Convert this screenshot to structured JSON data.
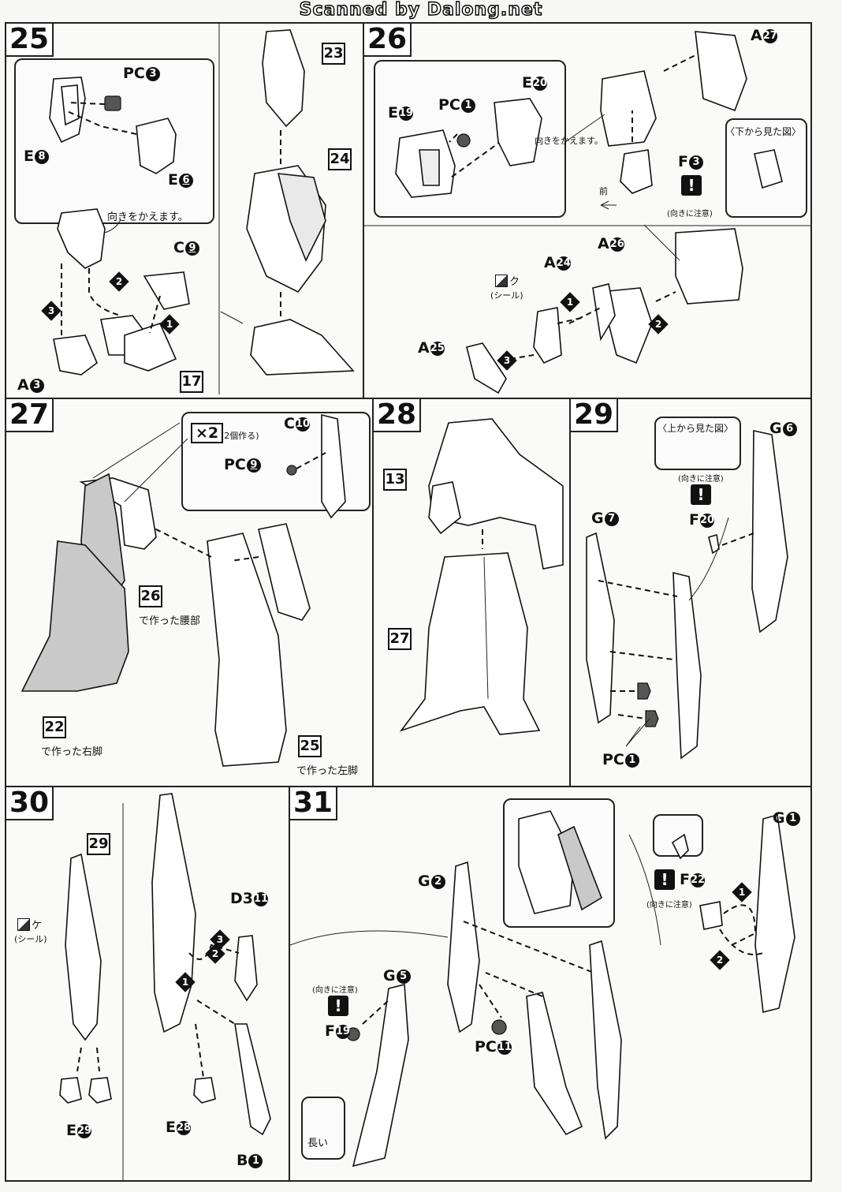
{
  "header": {
    "scan_credit": "Scanned by Dalong.net"
  },
  "steps": {
    "s25": {
      "number": "25",
      "labels": {
        "pc3": "PC",
        "e8": "E",
        "e6": "E",
        "c9": "C",
        "a3": "A"
      },
      "circ": {
        "pc3": "3",
        "e8": "8",
        "e6": "6",
        "c9": "9",
        "a3": "3"
      },
      "refs": {
        "r17": "17",
        "r23": "23",
        "r24": "24"
      },
      "note_turn": "向きをかえます。",
      "orders": [
        "1",
        "2",
        "3"
      ]
    },
    "s26": {
      "number": "26",
      "labels": {
        "e19": "E",
        "pc1": "PC",
        "e20": "E",
        "a27": "A",
        "f3": "F",
        "a24": "A",
        "a26": "A",
        "a25": "A"
      },
      "circ": {
        "e19": "19",
        "pc1": "1",
        "e20": "20",
        "a27": "27",
        "f3": "3",
        "a24": "24",
        "a26": "26",
        "a25": "25"
      },
      "note_turn": "向きをかえます。",
      "view_from_below": "〈下から見た図〉",
      "front": "前",
      "caution": "(向きに注意)",
      "sticker": "(シール)",
      "sticker_code": "ク",
      "orders": [
        "1",
        "2",
        "3"
      ]
    },
    "s27": {
      "number": "27",
      "labels": {
        "c10": "C",
        "pc9": "PC"
      },
      "circ": {
        "c10": "10",
        "pc9": "9"
      },
      "make_two": "×2",
      "make_two_note": "(2個作る)",
      "refs": {
        "r26": "26",
        "r22": "22",
        "r25": "25"
      },
      "waist_note": "で作った腰部",
      "right_leg_note": "で作った右脚",
      "left_leg_note": "で作った左脚"
    },
    "s28": {
      "number": "28",
      "refs": {
        "r13": "13",
        "r27": "27"
      }
    },
    "s29": {
      "number": "29",
      "labels": {
        "g6": "G",
        "g7": "G",
        "f20": "F",
        "pc1": "PC"
      },
      "circ": {
        "g6": "6",
        "g7": "7",
        "f20": "20",
        "pc1": "1"
      },
      "view_from_above": "〈上から見た図〉",
      "caution": "(向きに注意)"
    },
    "s30": {
      "number": "30",
      "labels": {
        "d3": "D3",
        "e28": "E",
        "e29": "E",
        "b1": "B"
      },
      "circ": {
        "d3": "11",
        "e28": "28",
        "e29": "29",
        "b1": "1"
      },
      "refs": {
        "r29": "29"
      },
      "sticker": "(シール)",
      "sticker_code": "ケ",
      "orders": [
        "1",
        "2",
        "3"
      ]
    },
    "s31": {
      "number": "31",
      "labels": {
        "g2": "G",
        "g1": "G",
        "f22": "F",
        "pc11": "PC",
        "g5": "G",
        "f19": "F"
      },
      "circ": {
        "g2": "2",
        "g1": "1",
        "f22": "22",
        "pc11": "11",
        "g5": "5",
        "f19": "19"
      },
      "caution": "(向きに注意)",
      "long": "長い",
      "orders": [
        "1",
        "2"
      ]
    }
  },
  "icons": [
    "warning-icon",
    "sticker-icon",
    "pc-joint-icon"
  ]
}
